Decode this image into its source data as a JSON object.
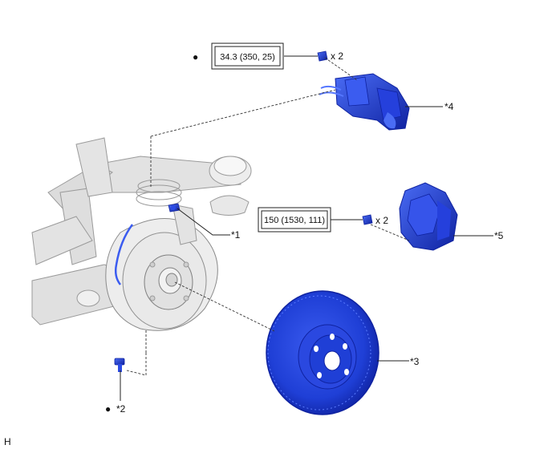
{
  "callouts": {
    "c1": "*1",
    "c2": "*2",
    "c3": "*3",
    "c4": "*4",
    "c5": "*5"
  },
  "torque": {
    "top": "34.3 (350, 25)",
    "mid": "150 (1530, 111)"
  },
  "qty": {
    "top": "x 2",
    "mid": "x 2"
  },
  "marks": {
    "bullet": "●"
  },
  "corner": "H",
  "colors": {
    "part_blue": "#1f3fd6",
    "part_blue_dark": "#0f22a0",
    "suspension_gray": "#e4e4e4",
    "line": "#222222"
  }
}
